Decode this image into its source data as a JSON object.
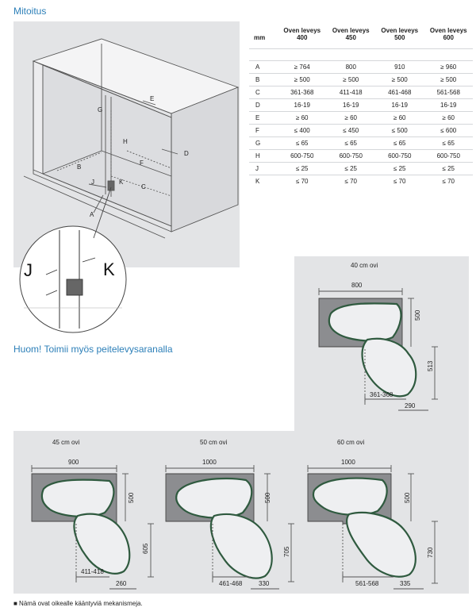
{
  "header": {
    "title": "Mitoitus"
  },
  "note": "Huom! Toimii myös peitelevysaranalla",
  "footnote": "■  Nämä ovat oikealle kääntyviä mekanismeja.",
  "table": {
    "corner": "mm",
    "columns": [
      [
        "Oven leveys",
        "400"
      ],
      [
        "Oven leveys",
        "450"
      ],
      [
        "Oven leveys",
        "500"
      ],
      [
        "Oven leveys",
        "600"
      ]
    ],
    "rows": [
      [
        "A",
        "≥ 764",
        "800",
        "910",
        "≥ 960"
      ],
      [
        "B",
        "≥ 500",
        "≥ 500",
        "≥ 500",
        "≥ 500"
      ],
      [
        "C",
        "361-368",
        "411-418",
        "461-468",
        "561-568"
      ],
      [
        "D",
        "16-19",
        "16-19",
        "16-19",
        "16-19"
      ],
      [
        "E",
        "≥ 60",
        "≥ 60",
        "≥ 60",
        "≥ 60"
      ],
      [
        "F",
        "≤ 400",
        "≤ 450",
        "≤ 500",
        "≤ 600"
      ],
      [
        "G",
        "≤ 65",
        "≤ 65",
        "≤ 65",
        "≤ 65"
      ],
      [
        "H",
        "600-750",
        "600-750",
        "600-750",
        "600-750"
      ],
      [
        "J",
        "≤ 25",
        "≤ 25",
        "≤ 25",
        "≤ 25"
      ],
      [
        "K",
        "≤ 70",
        "≤ 70",
        "≤ 70",
        "≤ 70"
      ]
    ]
  },
  "cabinet": {
    "labels": {
      "a": "A",
      "b": "B",
      "c": "C",
      "d": "D",
      "e": "E",
      "f": "F",
      "g": "G",
      "h": "H",
      "j": "J",
      "k": "K"
    },
    "zoom": {
      "j": "J",
      "k": "K"
    }
  },
  "diagrams": [
    {
      "caption": "40 cm ovi",
      "width": "800",
      "depth": "500",
      "side": "513",
      "c": "361-368",
      "offset": "290"
    },
    {
      "caption": "45 cm ovi",
      "width": "900",
      "depth": "500",
      "side": "605",
      "c": "411-418",
      "offset": "260"
    },
    {
      "caption": "50 cm ovi",
      "width": "1000",
      "depth": "500",
      "side": "705",
      "c": "461-468",
      "offset": "330"
    },
    {
      "caption": "60 cm ovi",
      "width": "1000",
      "depth": "500",
      "side": "730",
      "c": "561-568",
      "offset": "335"
    }
  ]
}
